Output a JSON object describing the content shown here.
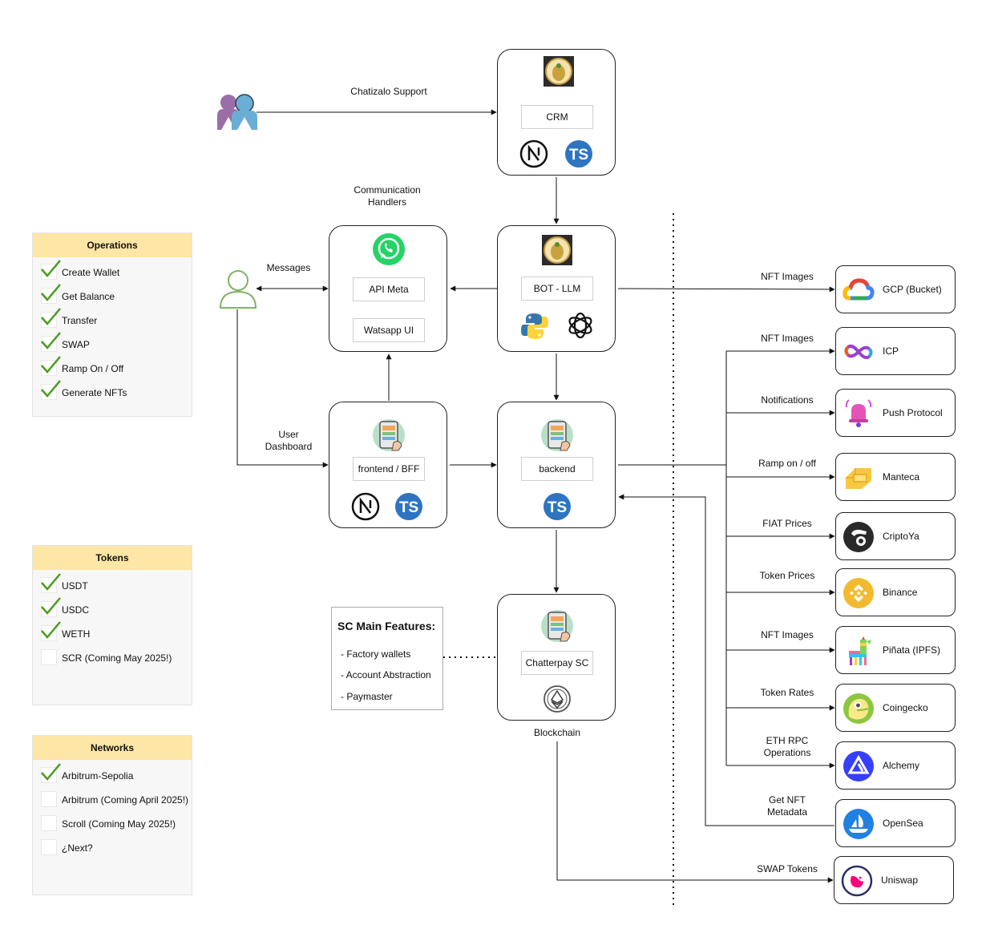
{
  "labels": {
    "chatizalo_support": "Chatizalo Support",
    "communication_handlers": "Communication\nHandlers",
    "messages": "Messages",
    "user_dashboard": "User\nDashboard",
    "blockchain": "Blockchain"
  },
  "nodes": {
    "crm": "CRM",
    "api_meta": "API Meta",
    "watsapp_ui": "Watsapp UI",
    "bot_llm": "BOT - LLM",
    "frontend": "frontend / BFF",
    "backend": "backend",
    "chatterpay_sc": "Chatterpay SC"
  },
  "sc_features": {
    "title": "SC Main Features:",
    "items": [
      "- Factory wallets",
      "- Account Abstraction",
      "- Paymaster"
    ]
  },
  "services": [
    {
      "name": "GCP (Bucket)",
      "edge": "NFT Images",
      "icon": "gcp-icon"
    },
    {
      "name": "ICP",
      "edge": "NFT Images",
      "icon": "icp-infinity-icon"
    },
    {
      "name": "Push Protocol",
      "edge": "Notifications",
      "icon": "push-bell-icon"
    },
    {
      "name": "Manteca",
      "edge": "Ramp on / off",
      "icon": "manteca-icon"
    },
    {
      "name": "CriptoYa",
      "edge": "FIAT Prices",
      "icon": "criptoya-icon"
    },
    {
      "name": "Binance",
      "edge": "Token Prices",
      "icon": "binance-icon"
    },
    {
      "name": "Piñata (IPFS)",
      "edge": "NFT Images",
      "icon": "pinata-icon"
    },
    {
      "name": "Coingecko",
      "edge": "Token Rates",
      "icon": "coingecko-icon"
    },
    {
      "name": "Alchemy",
      "edge": "ETH RPC\nOperations",
      "icon": "alchemy-icon"
    },
    {
      "name": "OpenSea",
      "edge": "Get NFT\nMetadata",
      "icon": "opensea-icon"
    },
    {
      "name": "Uniswap",
      "edge": "SWAP Tokens",
      "icon": "uniswap-icon"
    }
  ],
  "panels": {
    "operations": {
      "title": "Operations",
      "items": [
        {
          "label": "Create Wallet",
          "checked": true
        },
        {
          "label": "Get Balance",
          "checked": true
        },
        {
          "label": "Transfer",
          "checked": true
        },
        {
          "label": "SWAP",
          "checked": true
        },
        {
          "label": "Ramp On / Off",
          "checked": true
        },
        {
          "label": "Generate NFTs",
          "checked": true
        }
      ]
    },
    "tokens": {
      "title": "Tokens",
      "items": [
        {
          "label": "USDT",
          "checked": true
        },
        {
          "label": "USDC",
          "checked": true
        },
        {
          "label": "WETH",
          "checked": true
        },
        {
          "label": "SCR (Coming May 2025!)",
          "checked": false
        }
      ]
    },
    "networks": {
      "title": "Networks",
      "items": [
        {
          "label": "Arbitrum-Sepolia",
          "checked": true
        },
        {
          "label": "Arbitrum (Coming April 2025!)",
          "checked": false
        },
        {
          "label": "Scroll (Coming May 2025!)",
          "checked": false
        },
        {
          "label": "¿Next?",
          "checked": false
        }
      ]
    }
  },
  "colors": {
    "panel_header": "#fde6a6",
    "check": "#4a9a1e",
    "typescript": "#2f74c0",
    "whatsapp": "#25d366",
    "user_outline": "#82b366"
  }
}
